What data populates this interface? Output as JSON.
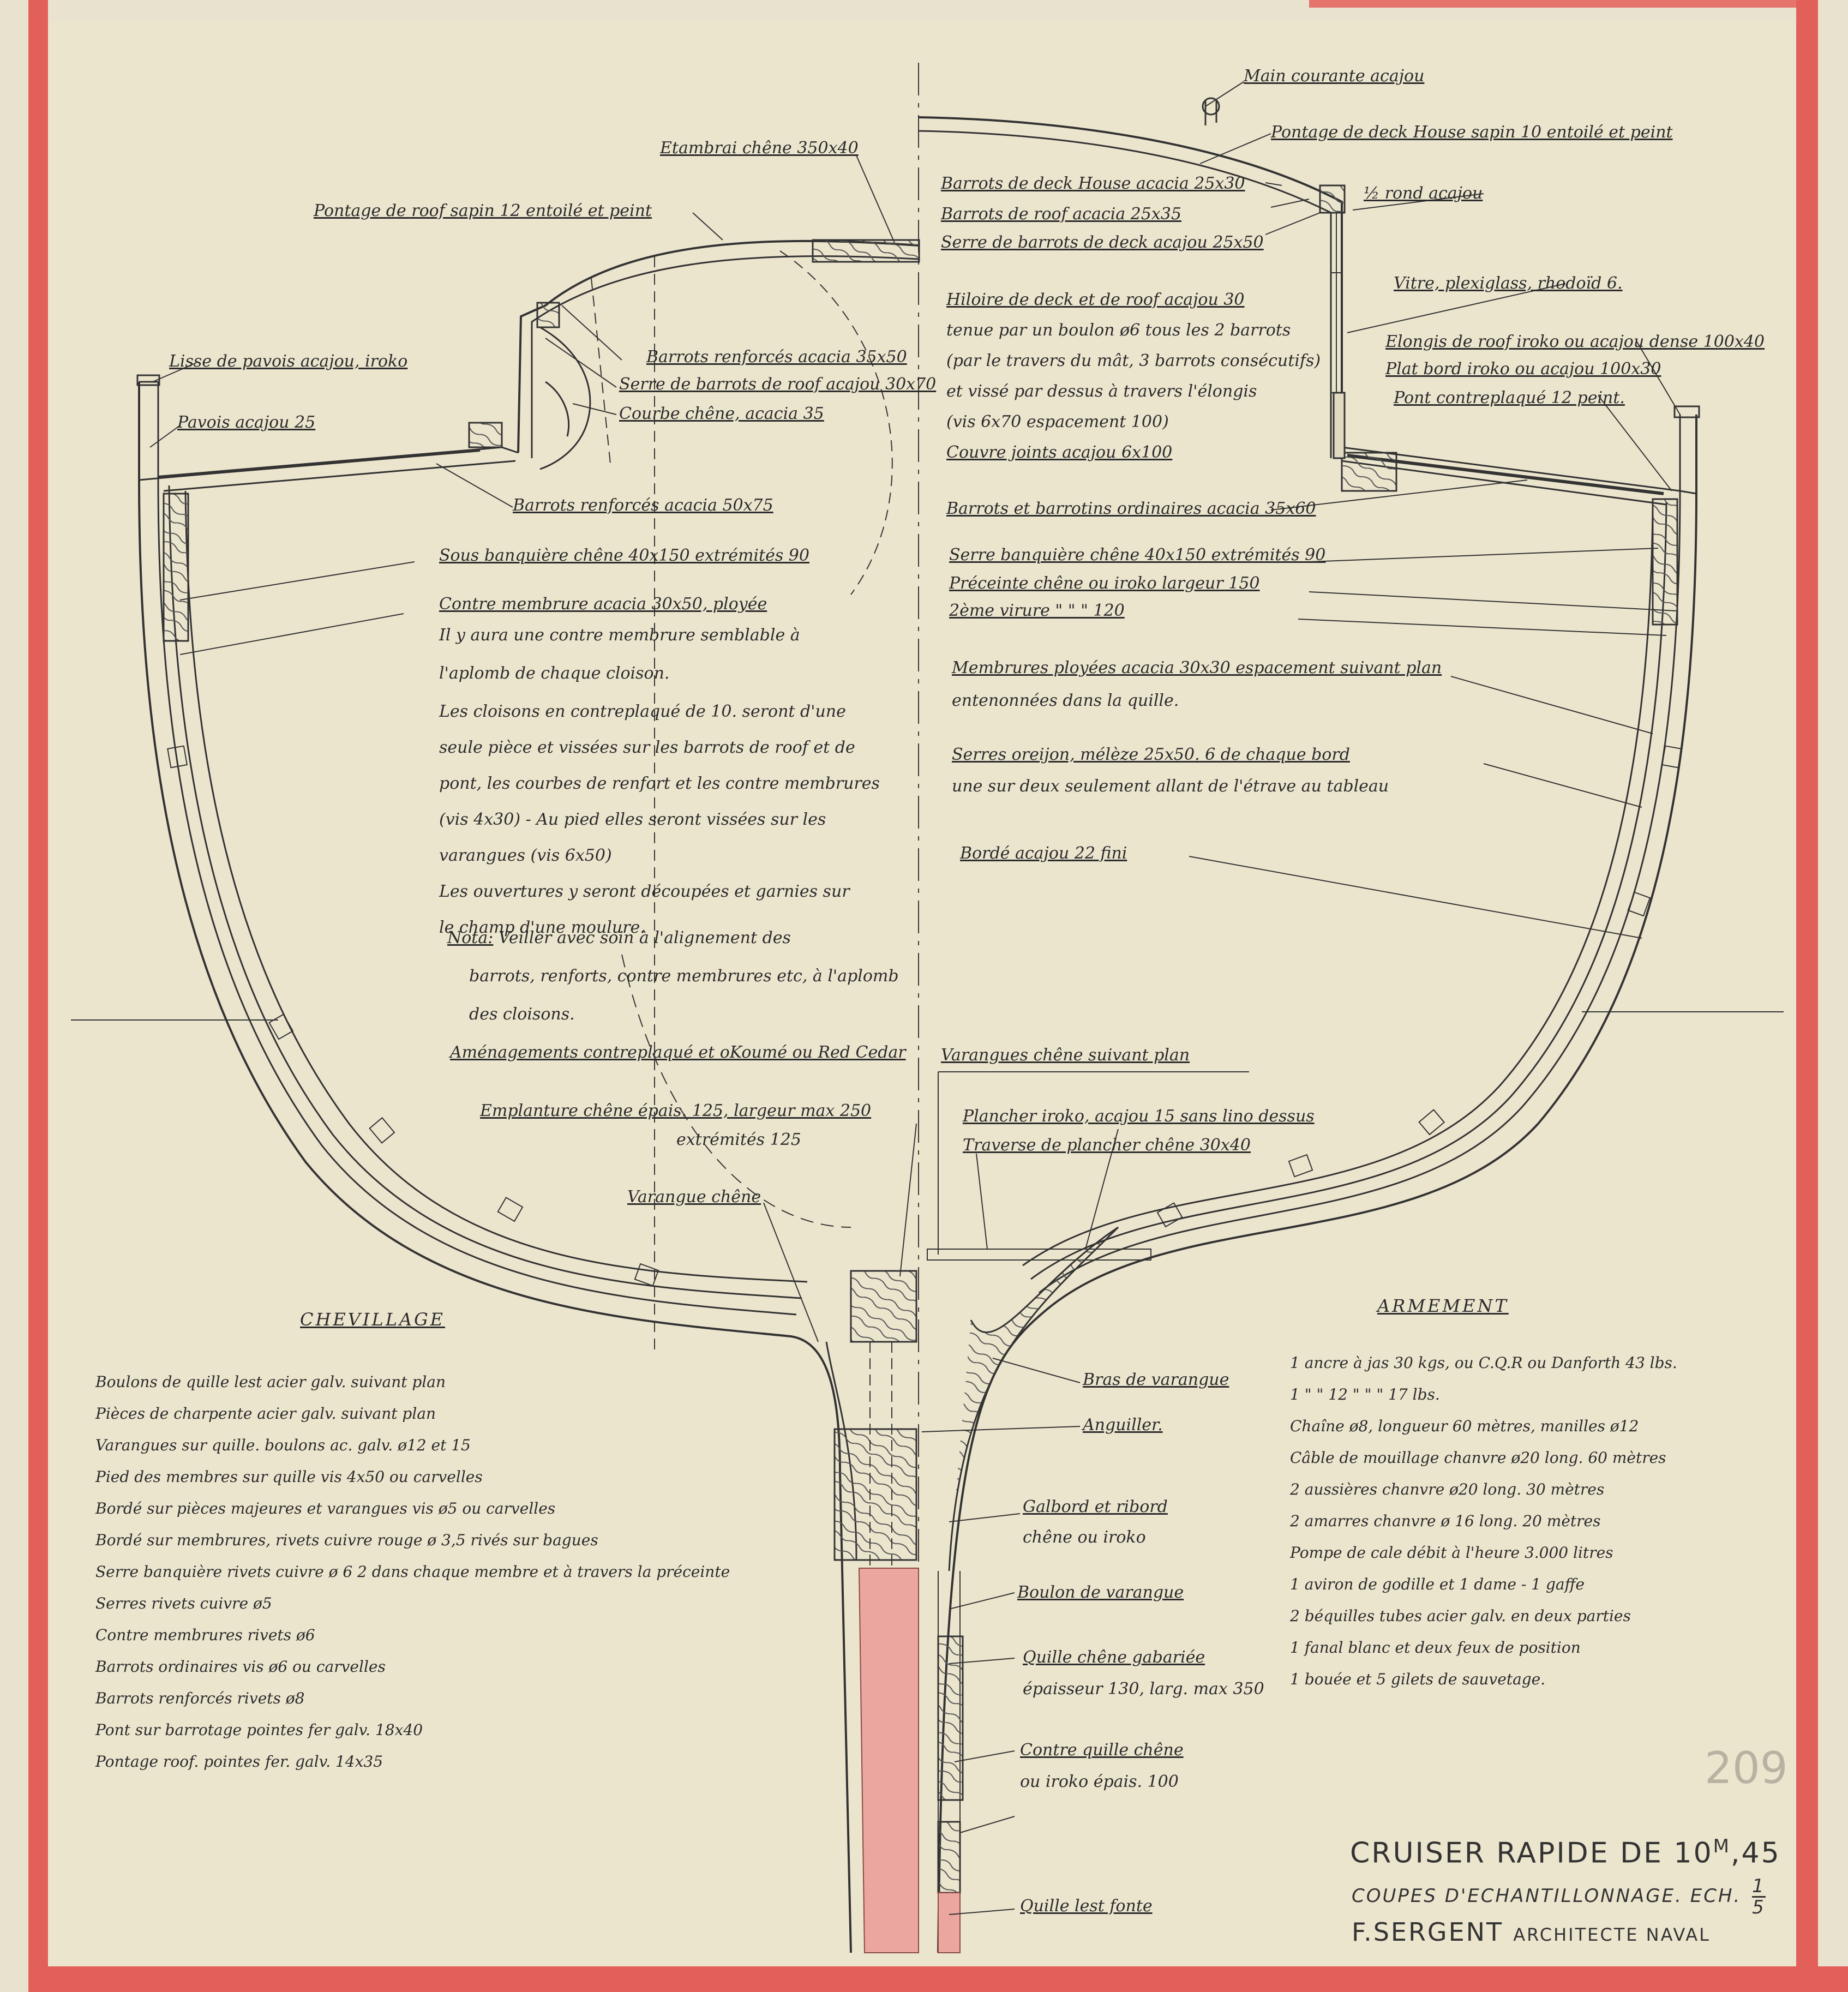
{
  "colors": {
    "paper": "#ece5ce",
    "border": "#e3605a",
    "ink": "#2b2b2b",
    "keel_fill": "#eba6a0"
  },
  "left_labels": {
    "etambrai": "Etambrai chêne 350x40",
    "pontage_roof": "Pontage de roof sapin 12 entoilé et peint",
    "barrots_renforces_roof": "Barrots renforcés acacia 35x50",
    "serre_barrots_roof": "Serre de barrots de roof acajou 30x70",
    "courbe": "Courbe chêne, acacia 35",
    "lisse_pavois": "Lisse de pavois acajou, iroko",
    "pavois": "Pavois acajou 25",
    "barrots_renforces": "Barrots renforcés acacia 50x75",
    "sous_banquiere": "Sous banquière chêne 40x150 extrémités 90",
    "contre_membrure": "Contre membrure acacia 30x50, ployée",
    "amenagements": "Aménagements contreplaqué et oKoumé ou Red Cedar",
    "emplanture": "Emplanture chêne épais. 125, largeur max 250",
    "emplanture_2": "extrémités 125",
    "varangue_chene": "Varangue chêne"
  },
  "note_contre_membrure": [
    "Il y aura une contre membrure semblable à",
    "l'aplomb de chaque cloison."
  ],
  "note_cloisons": [
    "Les cloisons en contreplaqué de 10. seront d'une",
    "seule pièce et vissées sur les barrots de roof et de",
    "pont, les courbes de renfort et les contre membrures",
    "(vis 4x30) - Au pied elles seront vissées sur les",
    "varangues (vis 6x50)",
    "Les ouvertures y seront découpées et garnies sur",
    "le champ d'une moulure."
  ],
  "nota": {
    "title": "Nota:",
    "lines": [
      "Veiller avec soin à l'alignement des",
      "barrots, renforts, contre membrures etc, à l'aplomb",
      "des cloisons."
    ]
  },
  "right_labels": {
    "main_courante": "Main courante acajou",
    "pontage_deck_house": "Pontage de deck House sapin 10 entoilé et peint",
    "barrots_deck_house": "Barrots de deck House acacia 25x30",
    "barrots_roof": "Barrots de roof acacia 25x35",
    "serre_barrots_deck": "Serre de barrots de deck acajou 25x50",
    "demi_rond": "½ rond acajou",
    "vitre": "Vitre, plexiglass, rhodoïd 6.",
    "hiloire": [
      "Hiloire de deck et de roof acajou 30",
      "tenue par un boulon ø6 tous les 2 barrots",
      "(par le travers du mât, 3 barrots consécutifs)",
      "et vissé par dessus à travers l'élongis",
      "(vis 6x70 espacement 100)"
    ],
    "couvre_joints": "Couvre joints acajou 6x100",
    "elongis": "Elongis de roof iroko ou acajou dense 100x40",
    "plat_bord": "Plat bord iroko ou acajou 100x30",
    "pont": "Pont contreplaqué 12 peint.",
    "barrots_ordinaires": "Barrots et barrotins ordinaires acacia 35x60",
    "serre_banquiere": "Serre banquière chêne 40x150 extrémités 90",
    "preceinte": "Préceinte chêne ou iroko largeur 150",
    "virure_2": "2ème virure  \"   \"   \"   120",
    "membrures": [
      "Membrures ployées acacia 30x30 espacement suivant plan",
      "entenonnées dans la quille."
    ],
    "serres": [
      "Serres oreijon, mélèze 25x50. 6 de chaque bord",
      "une sur deux seulement allant de l'étrave au tableau"
    ],
    "borde": "Bordé acajou 22 fini",
    "varangues": "Varangues chêne suivant plan",
    "plancher": "Plancher iroko, acajou 15 sans lino dessus",
    "traverse": "Traverse de plancher chêne 30x40",
    "bras_varangue": "Bras de varangue",
    "anguiller": "Anguiller.",
    "galbord": [
      "Galbord et ribord",
      "chêne ou iroko"
    ],
    "boulon_varangue": "Boulon de varangue",
    "quille": [
      "Quille chêne gabariée",
      "épaisseur 130, larg. max 350"
    ],
    "contre_quille": [
      "Contre quille chêne",
      "ou iroko épais. 100"
    ],
    "quille_lest": "Quille lest fonte"
  },
  "chevillage": {
    "title": "CHEVILLAGE",
    "items": [
      "Boulons de quille lest acier galv. suivant plan",
      "Pièces de charpente acier galv. suivant plan",
      "Varangues sur quille. boulons ac. galv. ø12 et 15",
      "Pied des membres sur quille  vis 4x50 ou carvelles",
      "Bordé sur pièces majeures et varangues vis ø5 ou carvelles",
      "Bordé sur membrures, rivets cuivre rouge ø 3,5 rivés sur bagues",
      "Serre banquière rivets cuivre ø 6  2 dans chaque membre et à travers la préceinte",
      "Serres rivets cuivre ø5",
      "Contre membrures rivets ø6",
      "Barrots ordinaires vis ø6 ou carvelles",
      "Barrots renforcés rivets ø8",
      "Pont sur barrotage pointes fer galv. 18x40",
      "Pontage roof. pointes fer. galv. 14x35"
    ]
  },
  "armement": {
    "title": "ARMEMENT",
    "items": [
      "1 ancre à jas 30 kgs, ou C.Q.R ou Danforth 43 lbs.",
      "1   \"   \"   12   \"   \"   \"    17 lbs.",
      "Chaîne ø8, longueur 60 mètres, manilles ø12",
      "Câble de mouillage chanvre ø20 long. 60 mètres",
      "2 aussières chanvre ø20 long. 30 mètres",
      "2 amarres chanvre ø 16 long. 20 mètres",
      "Pompe de cale débit à l'heure 3.000 litres",
      "1 aviron de godille et 1 dame - 1 gaffe",
      "2 béquilles tubes acier galv. en deux parties",
      "1 fanal blanc et deux feux de position",
      "1 bouée et 5 gilets de sauvetage."
    ]
  },
  "title_block": {
    "title": "CRUISER RAPIDE DE 10",
    "title_sup": "M",
    "title_tail": ",45",
    "subtitle": "COUPES D'ECHANTILLONNAGE. ECH.",
    "scale_num": "1",
    "scale_den": "5",
    "architect": "F.SERGENT",
    "architect_role": "ARCHITECTE NAVAL"
  },
  "pencil_mark": "209"
}
